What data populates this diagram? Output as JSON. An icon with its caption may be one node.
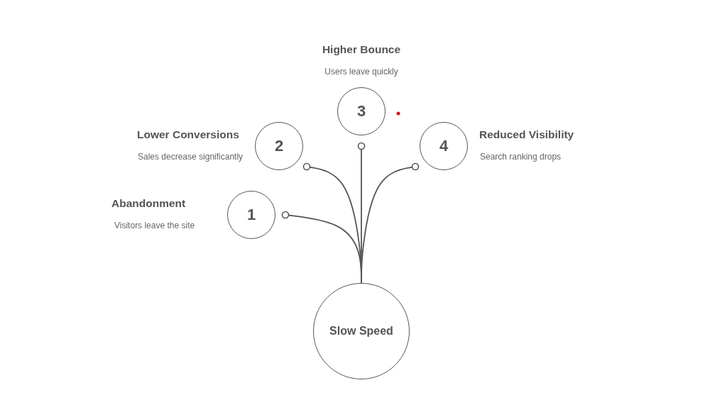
{
  "diagram": {
    "nodes": [
      {
        "text": [
          "Slow Speed"
        ]
      },
      {
        "text": [
          "1"
        ],
        "beside": [
          "Abandonment",
          "Visitors leave the site"
        ]
      },
      {
        "text": [
          "2"
        ],
        "beside": [
          "Lower Conversions",
          "Sales decrease significantly"
        ]
      },
      {
        "text": [
          "3"
        ],
        "beside": [
          "Higher Bounce",
          "Users leave quickly"
        ]
      },
      {
        "text": [
          "4"
        ],
        "beside": [
          "Reduced Visibility",
          "Search ranking drops"
        ]
      }
    ],
    "edges": [
      {
        "from": 0,
        "to": 1,
        "arrow": "other"
      },
      {
        "from": 0,
        "to": 2,
        "arrow": "other"
      },
      {
        "from": 0,
        "to": 3,
        "arrow": "other"
      },
      {
        "from": 0,
        "to": 4,
        "arrow": "other"
      }
    ]
  }
}
